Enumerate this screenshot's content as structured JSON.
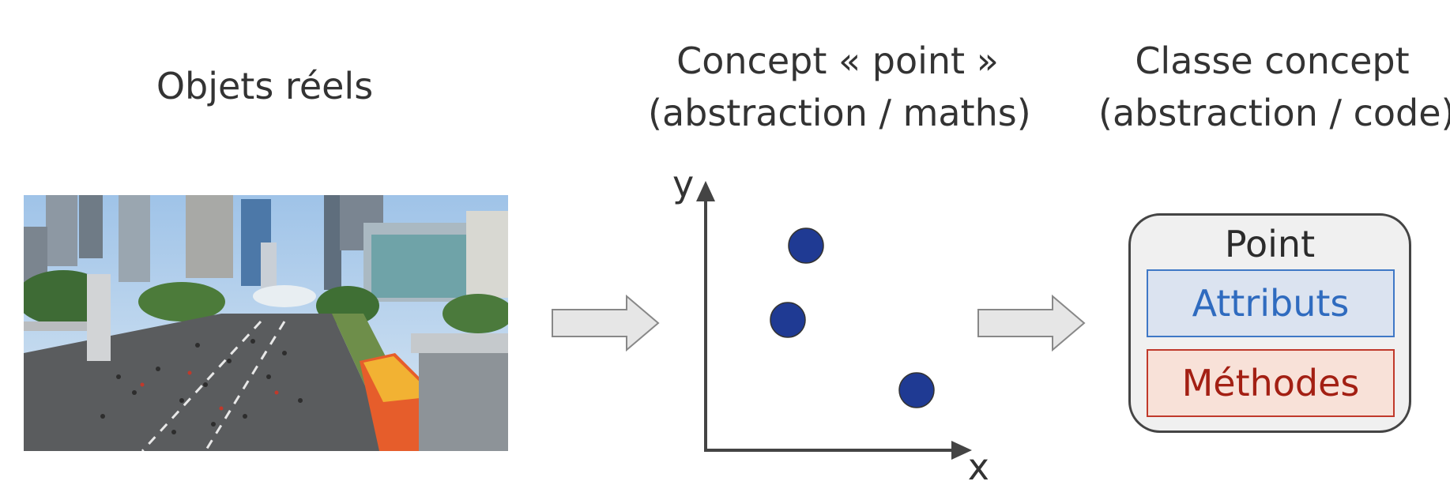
{
  "headings": {
    "real_objects": "Objets réels",
    "concept_lines": [
      "Concept « point »",
      "(abstraction / maths)"
    ],
    "class_lines": [
      "Classe concept",
      "(abstraction / code)"
    ]
  },
  "plot": {
    "x_label": "x",
    "y_label": "y",
    "point_color": "#1f3a93"
  },
  "class_box": {
    "name": "Point",
    "attributes_label": "Attributs",
    "methods_label": "Méthodes",
    "attributes_color": "#2f6bbf",
    "methods_color": "#a31f13"
  },
  "arrow_color": "#e6e6e6"
}
